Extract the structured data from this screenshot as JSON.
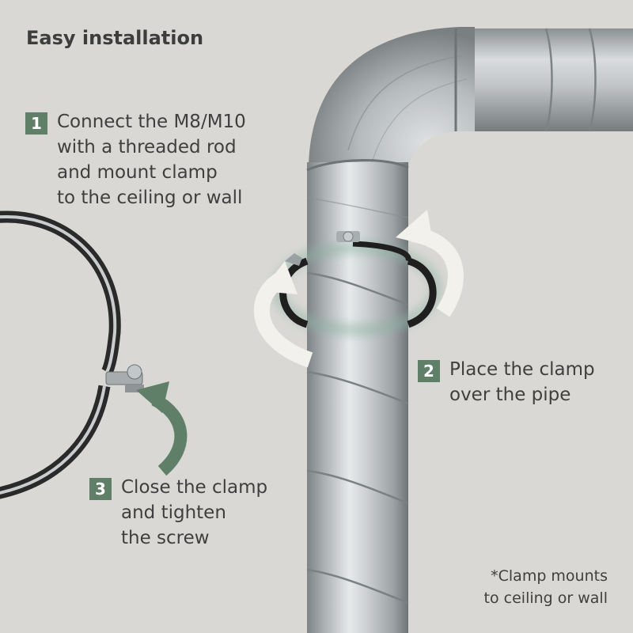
{
  "header": {
    "title": "Easy installation"
  },
  "steps": [
    {
      "number": "1",
      "lines": [
        "Connect the M8/M10",
        "with a threaded rod",
        "and mount clamp",
        "to the ceiling or wall"
      ]
    },
    {
      "number": "2",
      "lines": [
        "Place the clamp",
        "over the pipe"
      ]
    },
    {
      "number": "3",
      "lines": [
        "Close the clamp",
        "and tighten",
        "the screw"
      ]
    }
  ],
  "footnote": {
    "lines": [
      "*Clamp mounts",
      "to ceiling or wall"
    ]
  },
  "colors": {
    "background": "#d9d8d5",
    "accent_green": "#5f7f69",
    "arrow_white": "#f2f1ec",
    "text": "#3f3f3f",
    "pipe_metal": "#b4b8ba",
    "clamp_dark": "#2a2a2a"
  },
  "icons": [
    "spiral-duct-pipe",
    "pipe-clamp-ring",
    "rotation-arrow",
    "curved-arrow"
  ]
}
